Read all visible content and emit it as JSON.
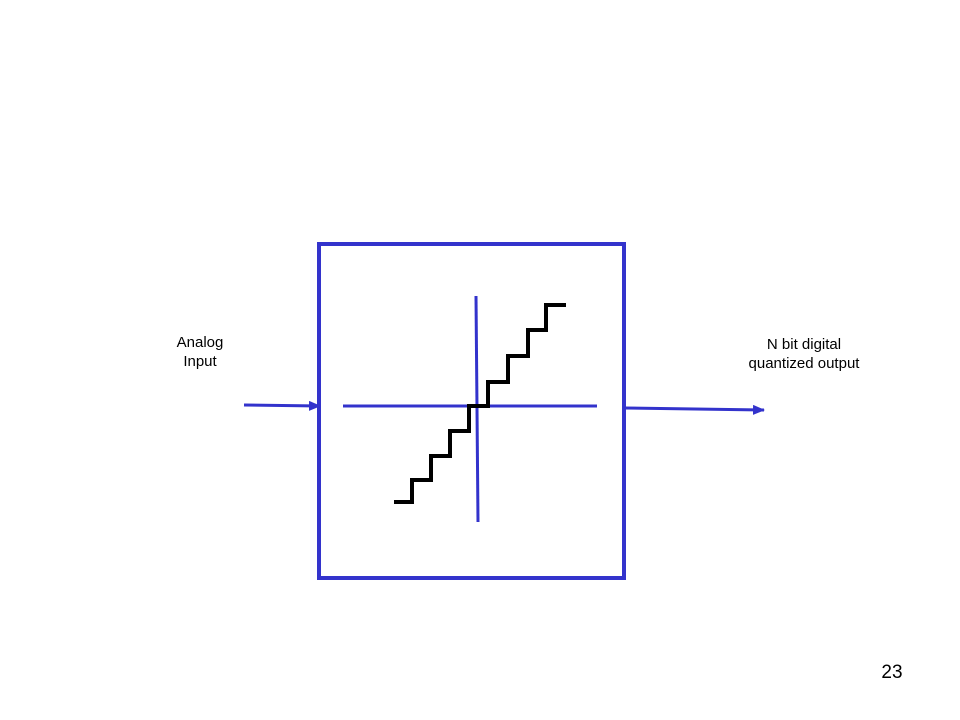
{
  "colors": {
    "block": "#3333cc",
    "staircase": "#000000",
    "text": "#000000",
    "background": "#ffffff"
  },
  "labels": {
    "input": "Analog\nInput",
    "output": "N bit digital\nquantized output"
  },
  "page_number": "23"
}
